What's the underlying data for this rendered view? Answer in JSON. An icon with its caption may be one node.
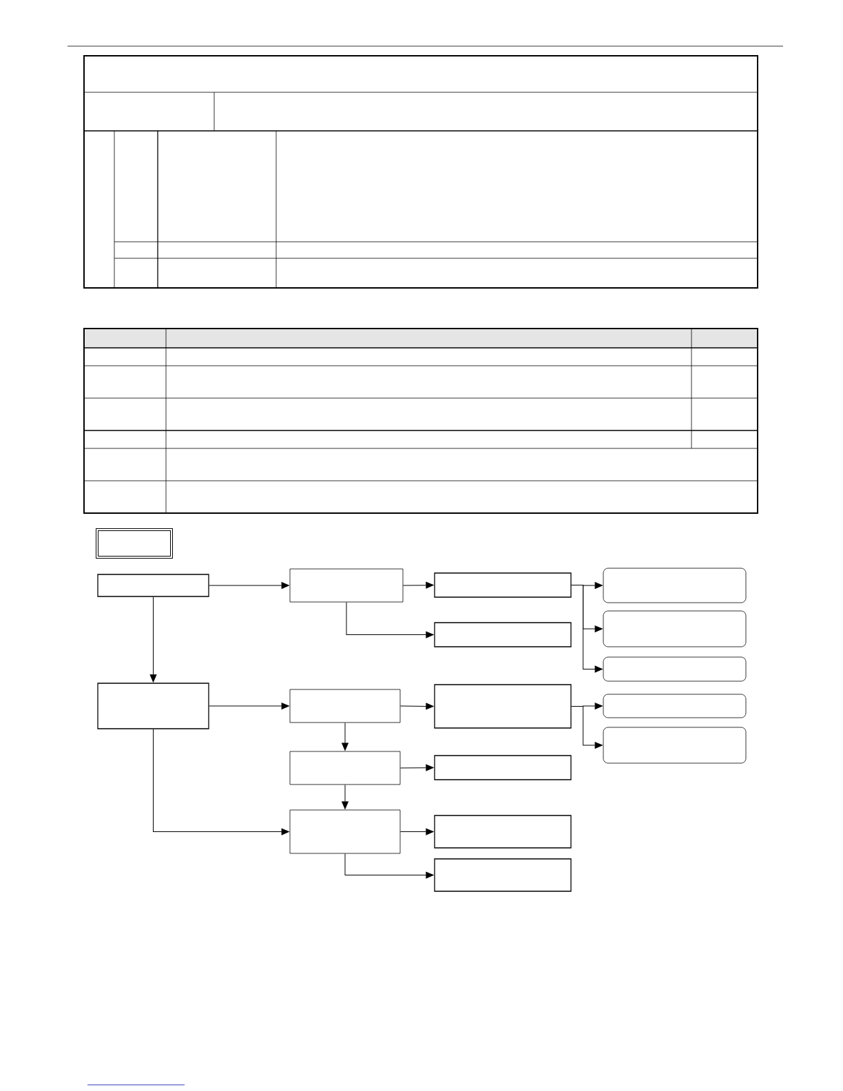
{
  "diagram": {
    "nodes": [
      {
        "text": [],
        "shape": "box"
      },
      {
        "text": [],
        "shape": "box"
      },
      {
        "text": [],
        "shape": "box"
      },
      {
        "text": [],
        "shape": "box"
      },
      {
        "text": [],
        "shape": "box"
      },
      {
        "text": [],
        "shape": "box"
      },
      {
        "text": [],
        "shape": "box"
      },
      {
        "text": [],
        "shape": "box"
      },
      {
        "text": [],
        "shape": "box"
      },
      {
        "text": [],
        "shape": "box"
      },
      {
        "text": [],
        "shape": "box"
      },
      {
        "text": [],
        "shape": "box"
      },
      {
        "text": [],
        "shape": "box"
      },
      {
        "text": [],
        "shape": "box"
      },
      {
        "text": [],
        "shape": "box"
      },
      {
        "text": [],
        "shape": "box"
      },
      {
        "text": [],
        "shape": "box"
      },
      {
        "text": [],
        "shape": "box"
      }
    ],
    "edges": [
      {
        "from": 1,
        "to": 3,
        "arrow": "to"
      },
      {
        "from": 3,
        "to": 7,
        "arrow": "to"
      },
      {
        "from": 7,
        "to": 13,
        "arrow": "to"
      },
      {
        "from": 7,
        "to": 14,
        "arrow": "to"
      },
      {
        "from": 7,
        "to": 15,
        "arrow": "to"
      },
      {
        "from": 3,
        "to": 8,
        "arrow": "to"
      },
      {
        "from": 1,
        "to": 2,
        "arrow": "to"
      },
      {
        "from": 2,
        "to": 4,
        "arrow": "to"
      },
      {
        "from": 4,
        "to": 9,
        "arrow": "to"
      },
      {
        "from": 9,
        "to": 16,
        "arrow": "to"
      },
      {
        "from": 9,
        "to": 17,
        "arrow": "to"
      },
      {
        "from": 4,
        "to": 5,
        "arrow": "to"
      },
      {
        "from": 5,
        "to": 10,
        "arrow": "to"
      },
      {
        "from": 5,
        "to": 6,
        "arrow": "to"
      },
      {
        "from": 2,
        "to": 6,
        "arrow": "to"
      },
      {
        "from": 6,
        "to": 11,
        "arrow": "to"
      },
      {
        "from": 6,
        "to": 12,
        "arrow": "to"
      }
    ]
  }
}
